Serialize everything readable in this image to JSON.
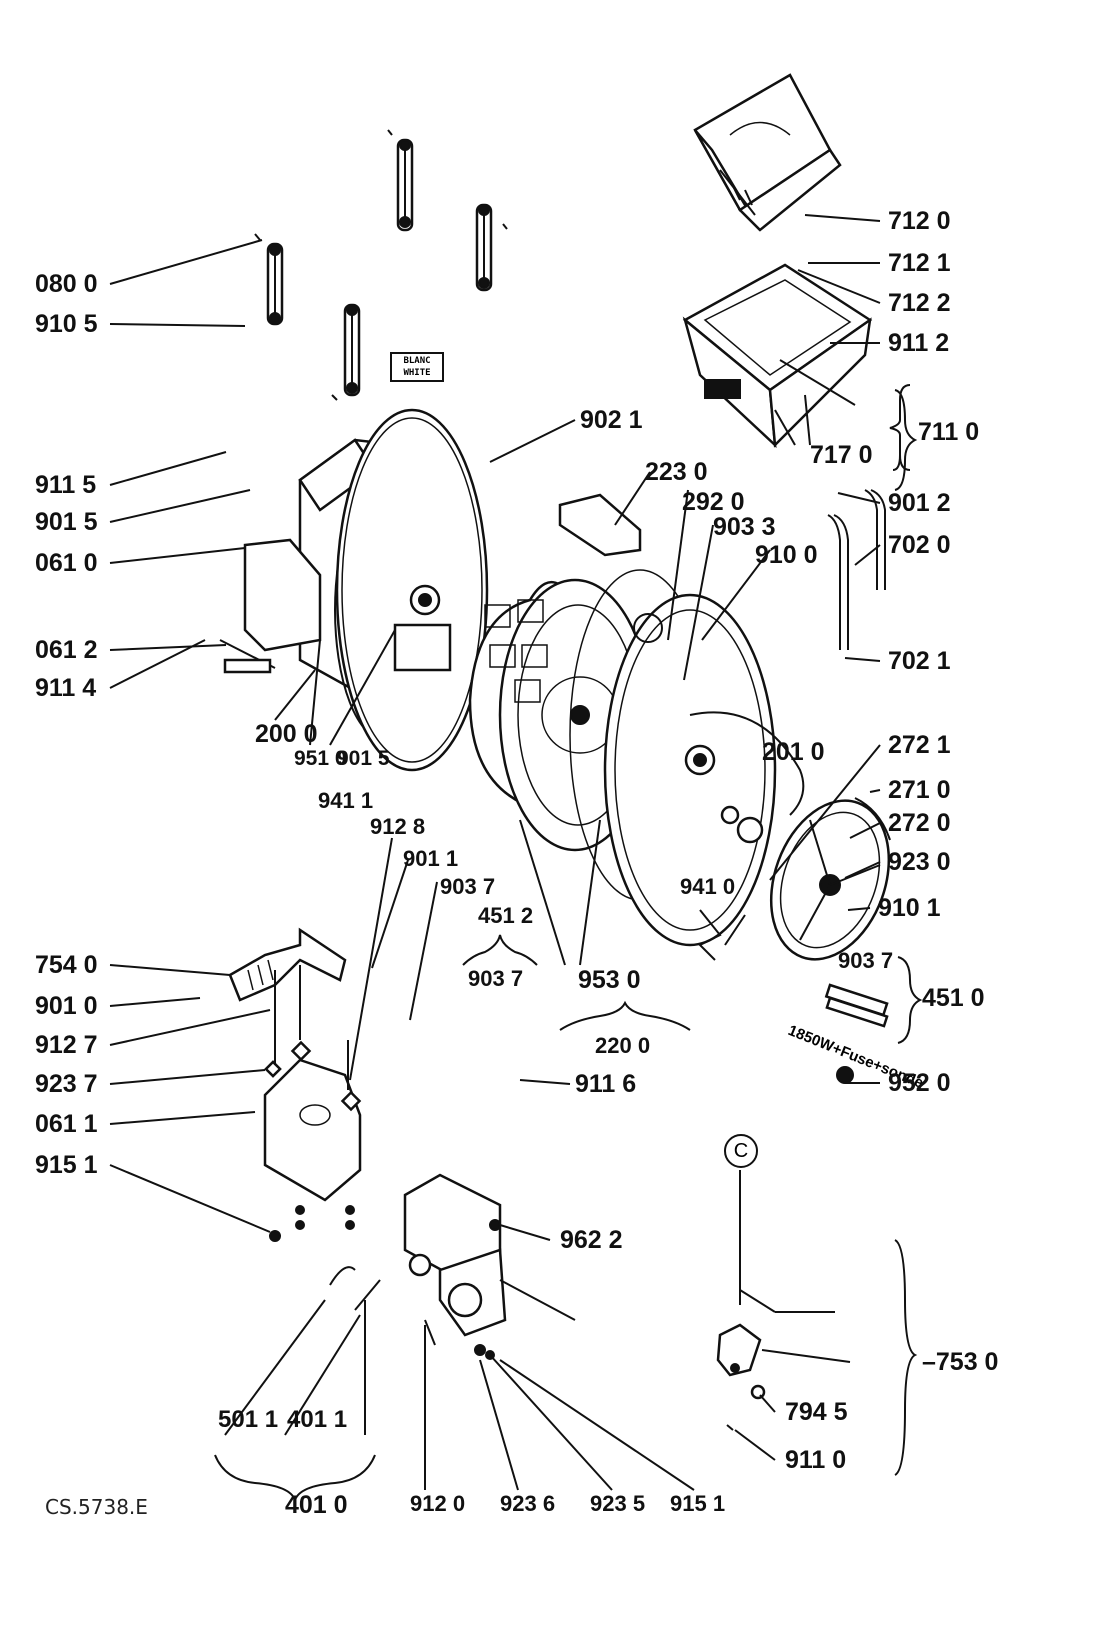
{
  "labels": {
    "l0800": "080 0",
    "l9105": "910 5",
    "l9115": "911 5",
    "l9015a": "901 5",
    "l0610": "061 0",
    "l0612": "061 2",
    "l9114": "911 4",
    "l2000": "200 0",
    "l9510": "951 0",
    "l9015b": "901 5",
    "l9411": "941 1",
    "l9128": "912 8",
    "l9011": "901 1",
    "l9037a": "903 7",
    "l4512": "451 2",
    "l9037b": "903 7",
    "l7540": "754 0",
    "l9010": "901 0",
    "l9127": "912 7",
    "l9237": "923 7",
    "l0611": "061 1",
    "l9151a": "915 1",
    "l9021": "902 1",
    "l2230": "223 0",
    "l2920": "292 0",
    "l9033": "903 3",
    "l9100": "910 0",
    "l2010": "201 0",
    "l9410": "941 0",
    "l9530": "953 0",
    "l2200": "220 0",
    "l9116": "911 6",
    "l7120": "712 0",
    "l7121": "712 1",
    "l7122": "712 2",
    "l9112": "911 2",
    "l7170": "717 0",
    "l7110": "711 0",
    "l9012": "901 2",
    "l7020": "702 0",
    "l7021": "702 1",
    "l2721": "272 1",
    "l2710": "271 0",
    "l2720": "272 0",
    "l9230": "923 0",
    "l9101": "910 1",
    "l9037c": "903 7",
    "l4510": "451 0",
    "l9520": "952 0",
    "l9622": "962 2",
    "l7530": "–753 0",
    "l7945": "794 5",
    "l9110": "911 0",
    "l5011": "501 1",
    "l4011": "401 1",
    "l4010": "401 0",
    "l9120": "912 0",
    "l9236": "923 6",
    "l9235": "923 5",
    "l9151b": "915 1"
  },
  "tag_line1": "BLANC",
  "tag_line2": "WHITE",
  "heater_text": "1850W+Fuse+sonde",
  "circle_letter": "C",
  "reference": "CS.5738.E"
}
